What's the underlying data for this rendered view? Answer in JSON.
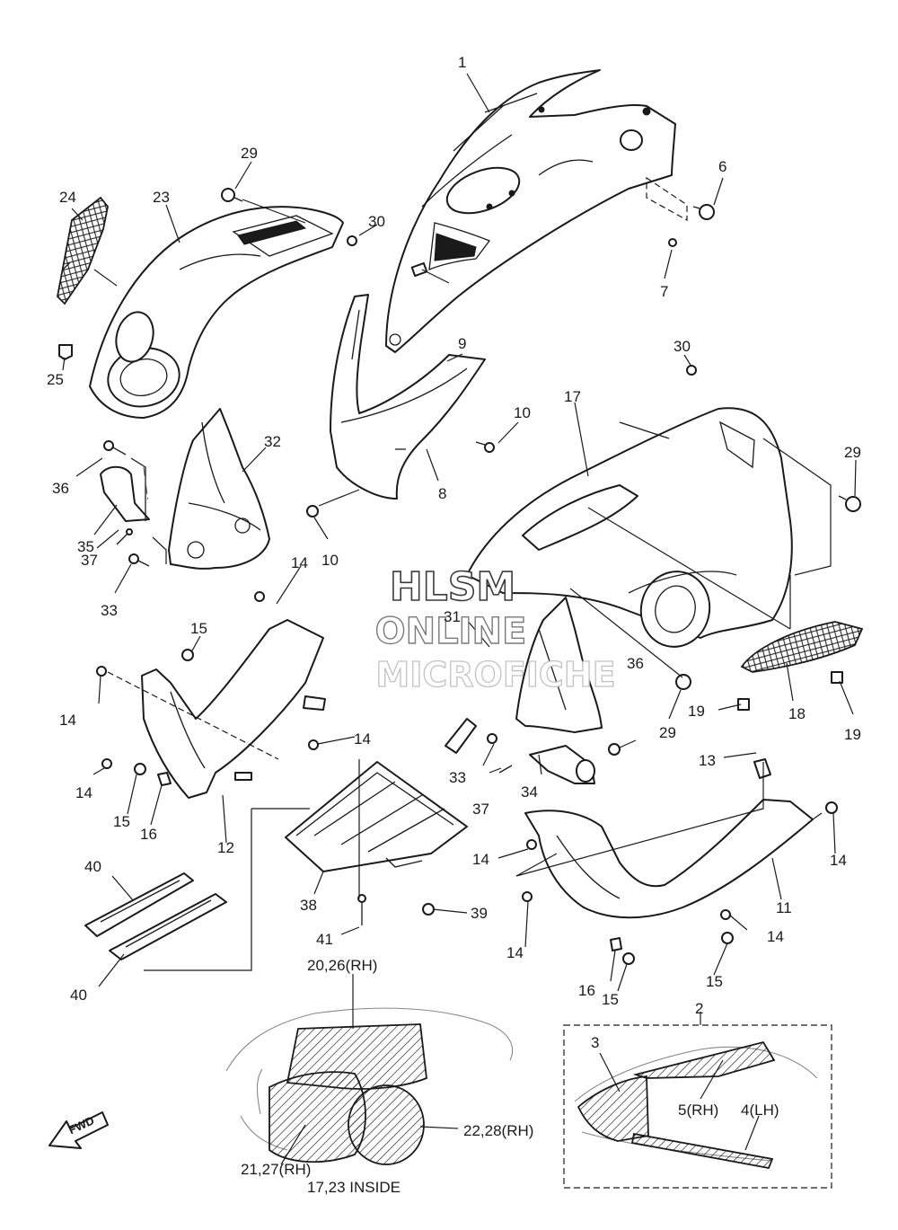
{
  "callouts": [
    {
      "id": "c1",
      "text": "1"
    },
    {
      "id": "c2",
      "text": "2"
    },
    {
      "id": "c3",
      "text": "3"
    },
    {
      "id": "c5rh",
      "text": "5(RH)"
    },
    {
      "id": "c4lh",
      "text": "4(LH)"
    },
    {
      "id": "c6",
      "text": "6"
    },
    {
      "id": "c7",
      "text": "7"
    },
    {
      "id": "c8",
      "text": "8"
    },
    {
      "id": "c9",
      "text": "9"
    },
    {
      "id": "c10a",
      "text": "10"
    },
    {
      "id": "c10b",
      "text": "10"
    },
    {
      "id": "c11",
      "text": "11"
    },
    {
      "id": "c12",
      "text": "12"
    },
    {
      "id": "c13",
      "text": "13"
    },
    {
      "id": "c14a",
      "text": "14"
    },
    {
      "id": "c14b",
      "text": "14"
    },
    {
      "id": "c14c",
      "text": "14"
    },
    {
      "id": "c14d",
      "text": "14"
    },
    {
      "id": "c14e",
      "text": "14"
    },
    {
      "id": "c14f",
      "text": "14"
    },
    {
      "id": "c14g",
      "text": "14"
    },
    {
      "id": "c14h",
      "text": "14"
    },
    {
      "id": "c15a",
      "text": "15"
    },
    {
      "id": "c15b",
      "text": "15"
    },
    {
      "id": "c15c",
      "text": "15"
    },
    {
      "id": "c15d",
      "text": "15"
    },
    {
      "id": "c16a",
      "text": "16"
    },
    {
      "id": "c16b",
      "text": "16"
    },
    {
      "id": "c17",
      "text": "17"
    },
    {
      "id": "c18",
      "text": "18"
    },
    {
      "id": "c19a",
      "text": "19"
    },
    {
      "id": "c19b",
      "text": "19"
    },
    {
      "id": "c20",
      "text": "20,26(RH)"
    },
    {
      "id": "c21",
      "text": "21,27(RH)"
    },
    {
      "id": "c22",
      "text": "22,28(RH)"
    },
    {
      "id": "c23",
      "text": "23"
    },
    {
      "id": "c24",
      "text": "24"
    },
    {
      "id": "c25",
      "text": "25"
    },
    {
      "id": "c29a",
      "text": "29"
    },
    {
      "id": "c29b",
      "text": "29"
    },
    {
      "id": "c29c",
      "text": "29"
    },
    {
      "id": "c30a",
      "text": "30"
    },
    {
      "id": "c30b",
      "text": "30"
    },
    {
      "id": "c31",
      "text": "31"
    },
    {
      "id": "c32",
      "text": "32"
    },
    {
      "id": "c33a",
      "text": "33"
    },
    {
      "id": "c33b",
      "text": "33"
    },
    {
      "id": "c34",
      "text": "34"
    },
    {
      "id": "c35",
      "text": "35"
    },
    {
      "id": "c36a",
      "text": "36"
    },
    {
      "id": "c36b",
      "text": "36"
    },
    {
      "id": "c37a",
      "text": "37"
    },
    {
      "id": "c37b",
      "text": "37"
    },
    {
      "id": "c38",
      "text": "38"
    },
    {
      "id": "c39",
      "text": "39"
    },
    {
      "id": "c40a",
      "text": "40"
    },
    {
      "id": "c40b",
      "text": "40"
    },
    {
      "id": "c41",
      "text": "41"
    }
  ],
  "notes": {
    "inside": "17,23 INSIDE"
  },
  "arrow": {
    "label": "FWD"
  },
  "watermark": {
    "line1": "HLSM",
    "line2": "ONLINE",
    "line3": "MICROFICHE"
  }
}
